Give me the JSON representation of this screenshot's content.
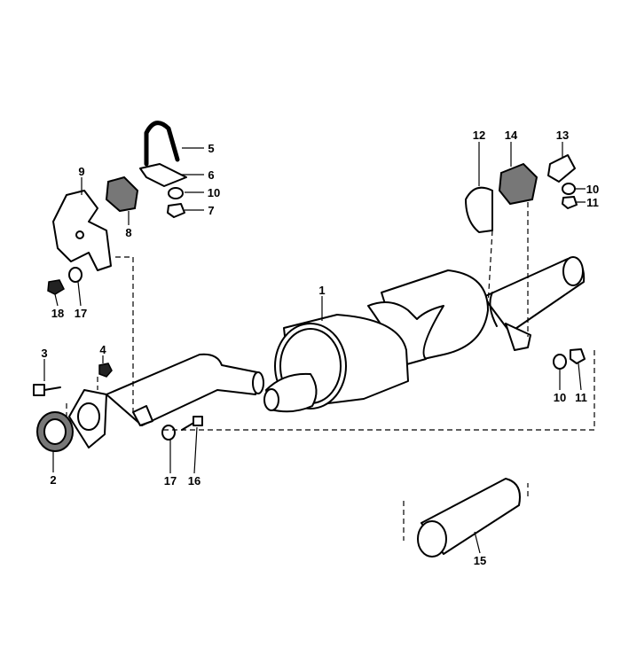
{
  "diagram": {
    "type": "exploded parts diagram - exhaust system",
    "part_labels": {
      "p1": "1",
      "p2": "2",
      "p3": "3",
      "p4": "4",
      "p5": "5",
      "p6": "6",
      "p7": "7",
      "p8": "8",
      "p9": "9",
      "p10a": "10",
      "p17a": "17",
      "p18": "18",
      "p12": "12",
      "p13": "13",
      "p14": "14",
      "p10b": "10",
      "p11b": "11",
      "p10c": "10",
      "p11c": "11",
      "p17b": "17",
      "p16": "16",
      "p15": "15"
    }
  }
}
